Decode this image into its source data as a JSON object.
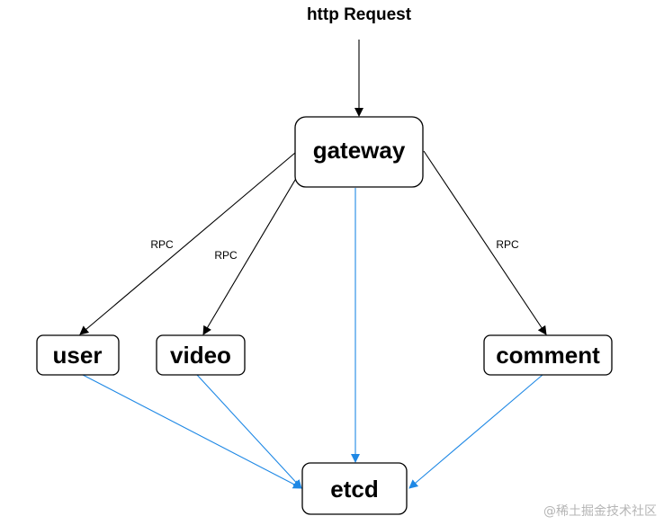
{
  "title": "http Request",
  "nodes": {
    "gateway": "gateway",
    "user": "user",
    "video": "video",
    "comment": "comment",
    "etcd": "etcd"
  },
  "edge_labels": {
    "gateway_user": "RPC",
    "gateway_video": "RPC",
    "gateway_comment": "RPC"
  },
  "colors": {
    "rpc_edge": "#000000",
    "etcd_edge": "#1e88e5"
  },
  "watermark": "@稀土掘金技术社区"
}
